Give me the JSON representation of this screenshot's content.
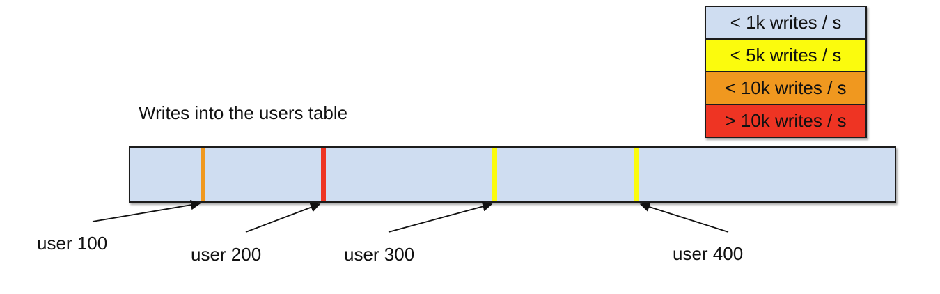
{
  "title": "Writes into the users table",
  "legend": {
    "items": [
      {
        "label": "< 1k writes / s",
        "color": "#cfddf1"
      },
      {
        "label": "< 5k writes / s",
        "color": "#fbfb0d"
      },
      {
        "label": "< 10k writes / s",
        "color": "#f0981f"
      },
      {
        "label": "> 10k writes / s",
        "color": "#ee3423"
      }
    ]
  },
  "band": {
    "fill": "#cfddf1"
  },
  "markers": [
    {
      "user": "user 100",
      "rate": "< 10k writes / s",
      "color": "#f0981f"
    },
    {
      "user": "user 200",
      "rate": "> 10k writes / s",
      "color": "#ee3423"
    },
    {
      "user": "user 300",
      "rate": "< 5k writes / s",
      "color": "#fbfb0d"
    },
    {
      "user": "user 400",
      "rate": "< 5k writes / s",
      "color": "#fbfb0d"
    }
  ]
}
